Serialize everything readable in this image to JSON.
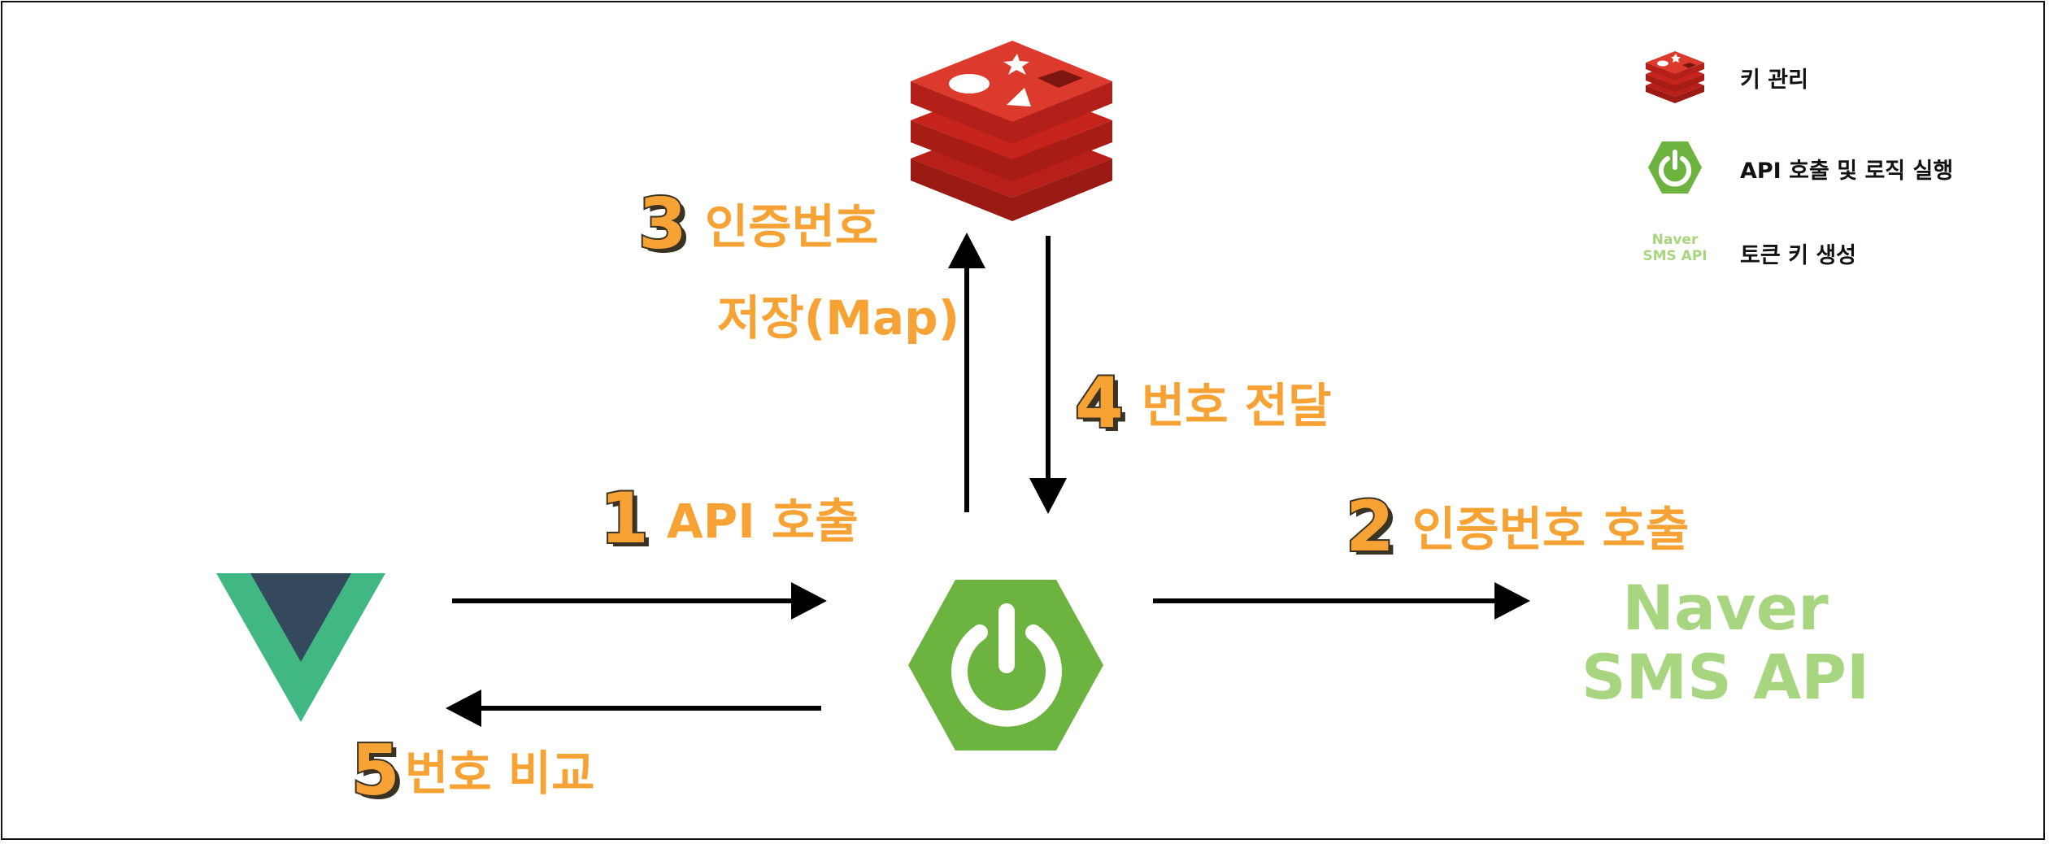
{
  "colors": {
    "step_text": "#f7a234",
    "step_outline": "#3a3323",
    "arrow": "#000000",
    "redis_red": "#d82c20",
    "spring_green": "#6db33f",
    "vue_green": "#41b883",
    "vue_dark": "#34495e",
    "naver_green": "#a8d57f"
  },
  "icons": {
    "vue": "vue-logo-icon",
    "spring": "spring-power-icon",
    "redis": "redis-stack-icon"
  },
  "steps": [
    {
      "num": "1",
      "label": "API 호출"
    },
    {
      "num": "2",
      "label": "인증번호 호출"
    },
    {
      "num": "3",
      "label_line1": "인증번호",
      "label_line2": "저장(Map)"
    },
    {
      "num": "4",
      "label": "번호 전달"
    },
    {
      "num": "5",
      "label": "번호 비교"
    }
  ],
  "naver": {
    "line1": "Naver",
    "line2": "SMS API"
  },
  "legend": [
    {
      "icon": "redis-stack-icon",
      "label": "키 관리"
    },
    {
      "icon": "spring-power-icon",
      "label": "API 호출 및 로직 실행"
    },
    {
      "icon_line1": "Naver",
      "icon_line2": "SMS API",
      "label": "토큰 키 생성"
    }
  ]
}
